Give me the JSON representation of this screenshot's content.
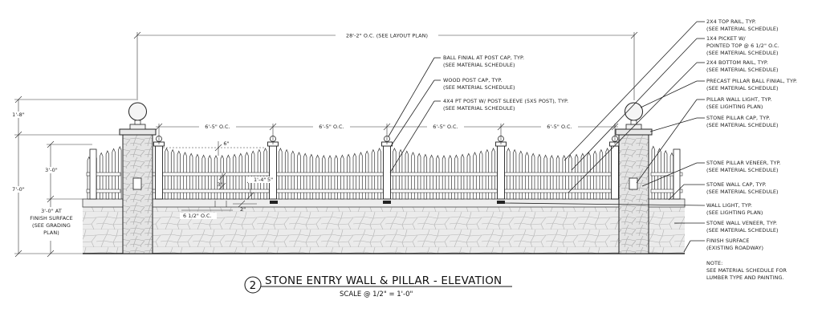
{
  "drawing": {
    "title_number": "2",
    "title": "STONE ENTRY WALL & PILLAR - ELEVATION",
    "scale": "SCALE @ 1/2\" = 1'-0\""
  },
  "dimensions": {
    "overall": "28'-2\" O.C. (SEE LAYOUT PLAN)",
    "bay_1": "6'-5\" O.C.",
    "bay_2": "6'-5\" O.C.",
    "bay_3": "6'-5\" O.C.",
    "bay_4": "6'-5\" O.C.",
    "pillar_cap_height": "1'-8\"",
    "total_height": "7'-0\"",
    "fence_height": "3'-0\"",
    "wall_height": "3'-0\" AT",
    "wall_height_note_1": "FINISH SURFACE",
    "wall_height_note_2": "(SEE GRADING",
    "wall_height_note_3": "PLAN)",
    "picket_height_diff": "6\"",
    "rail_size": "3\"",
    "rail_gap": "1'-4\"",
    "rail_gap_b": "5\"",
    "picket_width": "2\"",
    "picket_spacing": "6 1/2\" O.C."
  },
  "callouts_top": [
    {
      "line1": "BALL FINIAL AT POST CAP, TYP.",
      "line2": "(SEE MATERIAL SCHEDULE)"
    },
    {
      "line1": "WOOD POST CAP, TYP.",
      "line2": "(SEE MATERIAL SCHEDULE)"
    },
    {
      "line1": "4X4 PT POST W/ POST SLEEVE (5X5 POST), TYP.",
      "line2": "(SEE MATERIAL SCHEDULE)"
    }
  ],
  "callouts_right": [
    {
      "line1": "2X4 TOP RAIL, TYP.",
      "line2": "(SEE MATERIAL SCHEDULE)"
    },
    {
      "line1": "1X4 PICKET W/",
      "line2": "POINTED TOP @ 6 1/2\" O.C.",
      "line3": "(SEE MATERIAL SCHEDULE)"
    },
    {
      "line1": "2X4 BOTTOM RAIL, TYP.",
      "line2": "(SEE MATERIAL SCHEDULE)"
    },
    {
      "line1": "PRECAST PILLAR BALL FINIAL, TYP.",
      "line2": "(SEE MATERIAL SCHEDULE)"
    },
    {
      "line1": "PILLAR WALL LIGHT, TYP.",
      "line2": "(SEE LIGHTING PLAN)"
    },
    {
      "line1": "STONE PILLAR CAP, TYP.",
      "line2": "(SEE MATERIAL SCHEDULE)"
    },
    {
      "line1": "STONE PILLAR VENEER, TYP.",
      "line2": "(SEE MATERIAL SCHEDULE)"
    },
    {
      "line1": "STONE WALL CAP, TYP.",
      "line2": "(SEE MATERIAL SCHEDULE)"
    },
    {
      "line1": "WALL LIGHT, TYP.",
      "line2": "(SEE LIGHTING PLAN)"
    },
    {
      "line1": "STONE WALL VENEER, TYP.",
      "line2": "(SEE MATERIAL SCHEDULE)"
    },
    {
      "line1": "FINISH SURFACE",
      "line2": "(EXISTING ROADWAY)"
    }
  ],
  "note": {
    "label": "NOTE:",
    "line1": "SEE MATERIAL SCHEDULE FOR",
    "line2": "LUMBER TYPE AND PAINTING."
  }
}
